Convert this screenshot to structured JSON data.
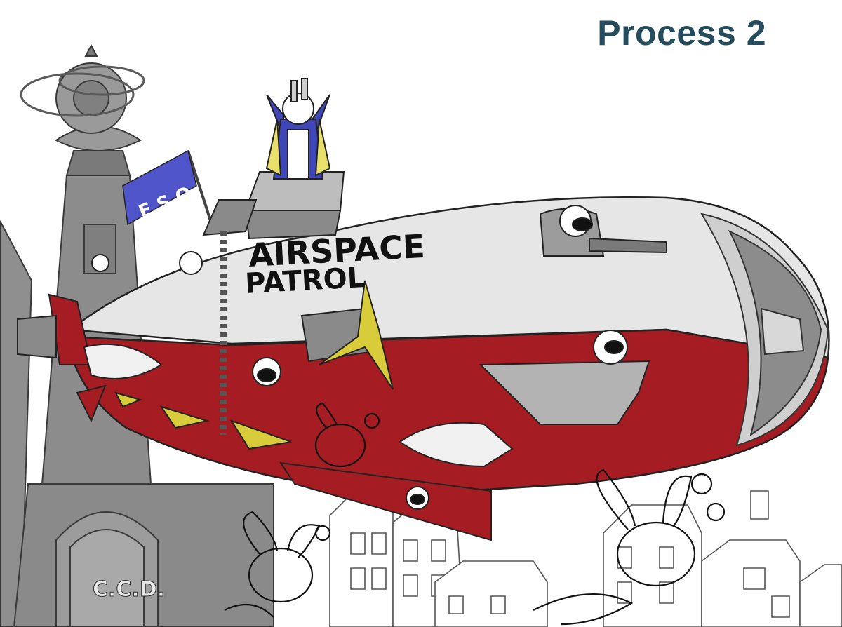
{
  "heading": "Process 2",
  "ship_text": {
    "line1": "AIRSPACE",
    "line2": "PATROL"
  },
  "flag_text": "E.S.O",
  "building_sign": "C.C.D.",
  "colors": {
    "heading": "#254c5c",
    "hull_red": "#a51d22",
    "hull_white": "#e6e6e6",
    "tower_gray": "#8c8c8c",
    "flag_blue": "#4f55c8",
    "propeller_yellow": "#d8cc3a",
    "coat_blue": "#3f46b8",
    "hair_yellow": "#e8e06a"
  }
}
